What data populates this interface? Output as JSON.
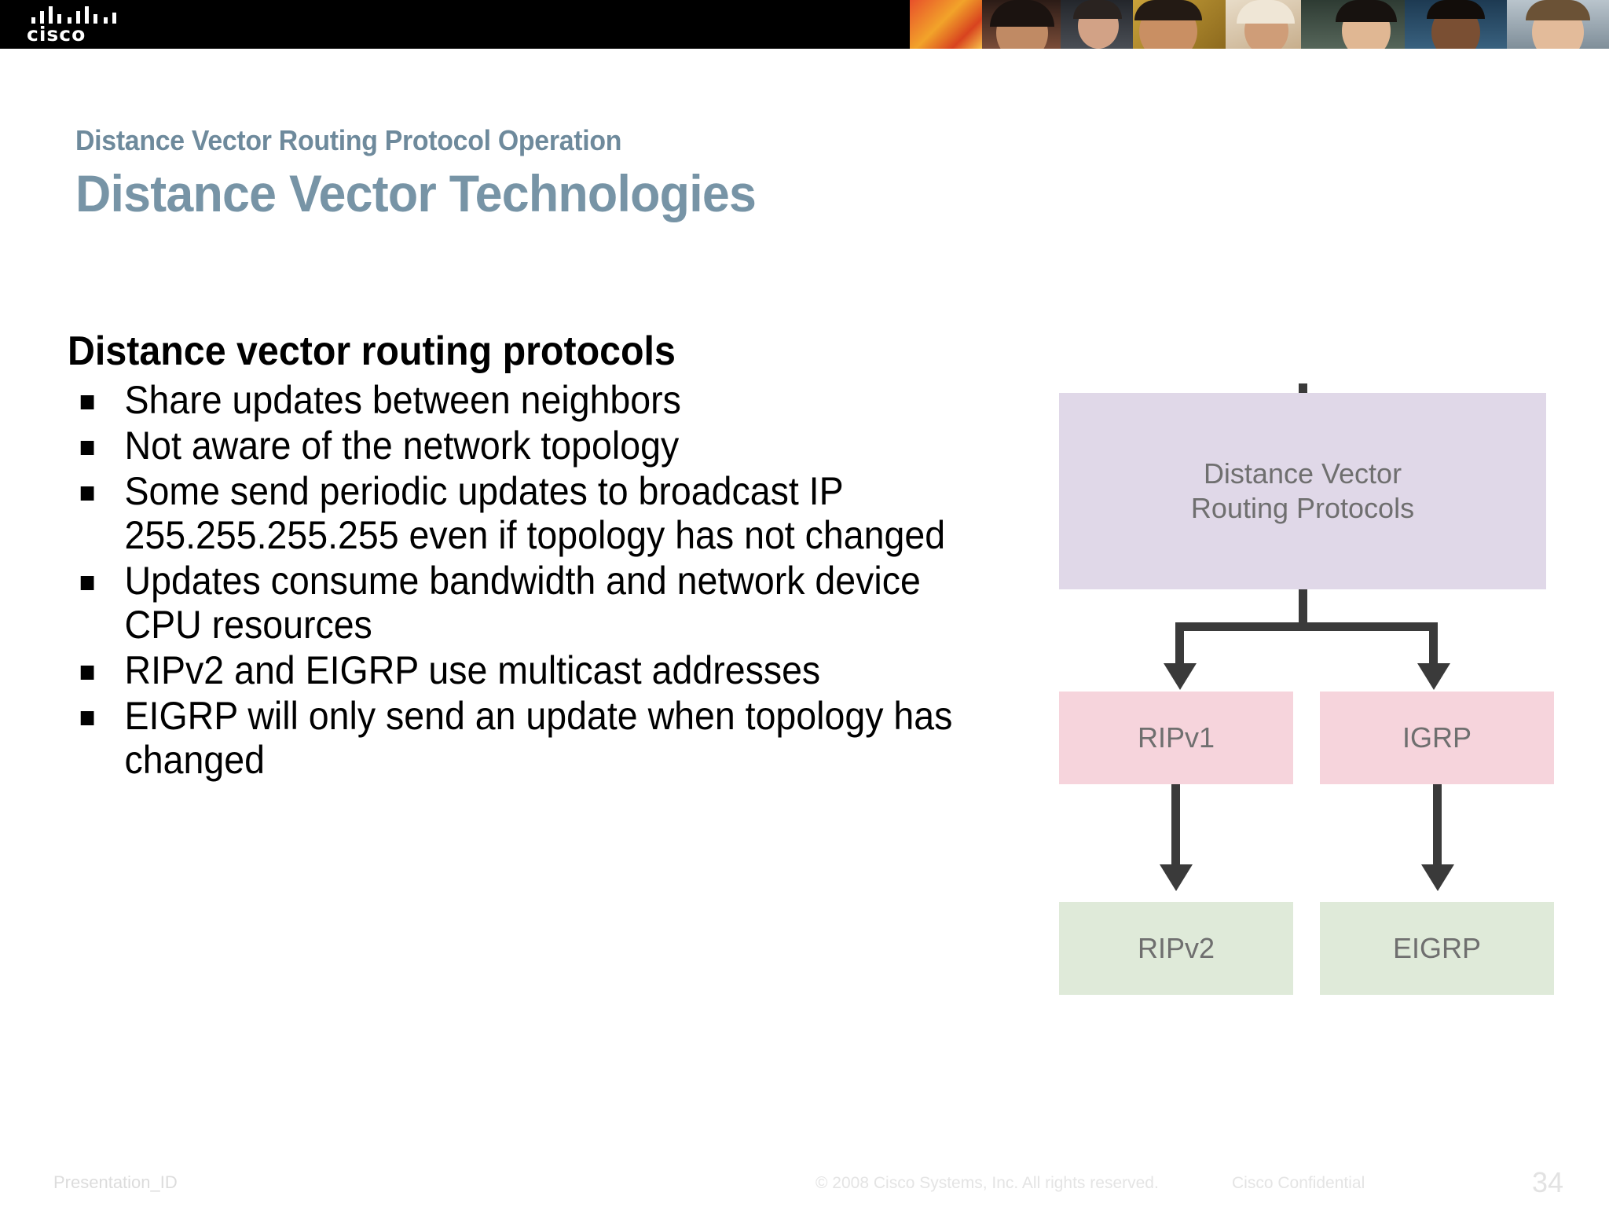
{
  "header": {
    "logo_word": "cisco",
    "logo_icon": "cisco-bars-logo",
    "photo_strip_alt": "people-montage"
  },
  "slide": {
    "eyebrow": "Distance Vector Routing Protocol Operation",
    "title": "Distance Vector Technologies"
  },
  "body": {
    "lead": "Distance vector routing protocols",
    "bullets": [
      "Share updates between neighbors",
      "Not aware of the network topology",
      "Some send periodic updates to broadcast IP 255.255.255.255 even if topology has not changed",
      "Updates consume bandwidth and network device CPU resources",
      "RIPv2 and EIGRP use multicast addresses",
      "EIGRP will only send an update when topology has changed"
    ]
  },
  "diagram": {
    "root": "Distance Vector\nRouting Protocols",
    "root_line1": "Distance Vector",
    "root_line2": "Routing Protocols",
    "level1_left": "RIPv1",
    "level1_right": "IGRP",
    "level2_left": "RIPv2",
    "level2_right": "EIGRP",
    "colors": {
      "root_bg": "#e0d8e8",
      "level1_bg": "#f6d4dc",
      "level2_bg": "#dfead9",
      "connector": "#3a3a3a",
      "node_text": "#6f6f6f"
    }
  },
  "footer": {
    "presentation_id": "Presentation_ID",
    "copyright": "© 2008 Cisco Systems, Inc. All rights reserved.",
    "confidential": "Cisco Confidential",
    "page_number": "34"
  },
  "theme": {
    "title_color": "#7794a6",
    "eyebrow_color": "#6e8a9c",
    "header_bg": "#000000",
    "body_text": "#000000"
  }
}
